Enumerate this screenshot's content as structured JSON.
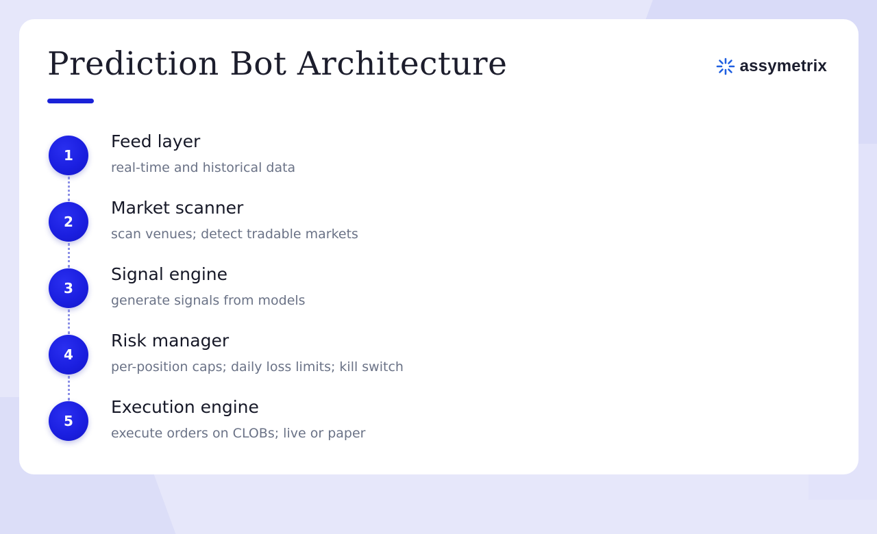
{
  "slide": {
    "title": "Prediction Bot Architecture",
    "accent_color": "#1a22d8"
  },
  "brand": {
    "logo_icon": "sparkle-burst-icon",
    "name": "assymetrix",
    "icon_color": "#1f5fe0"
  },
  "steps": [
    {
      "number": "1",
      "title": "Feed layer",
      "description": "real-time and historical data"
    },
    {
      "number": "2",
      "title": "Market scanner",
      "description": "scan venues; detect tradable markets"
    },
    {
      "number": "3",
      "title": "Signal engine",
      "description": "generate signals from models"
    },
    {
      "number": "4",
      "title": "Risk manager",
      "description": "per-position caps; daily loss limits; kill switch"
    },
    {
      "number": "5",
      "title": "Execution engine",
      "description": "execute orders on CLOBs; live or paper"
    }
  ]
}
